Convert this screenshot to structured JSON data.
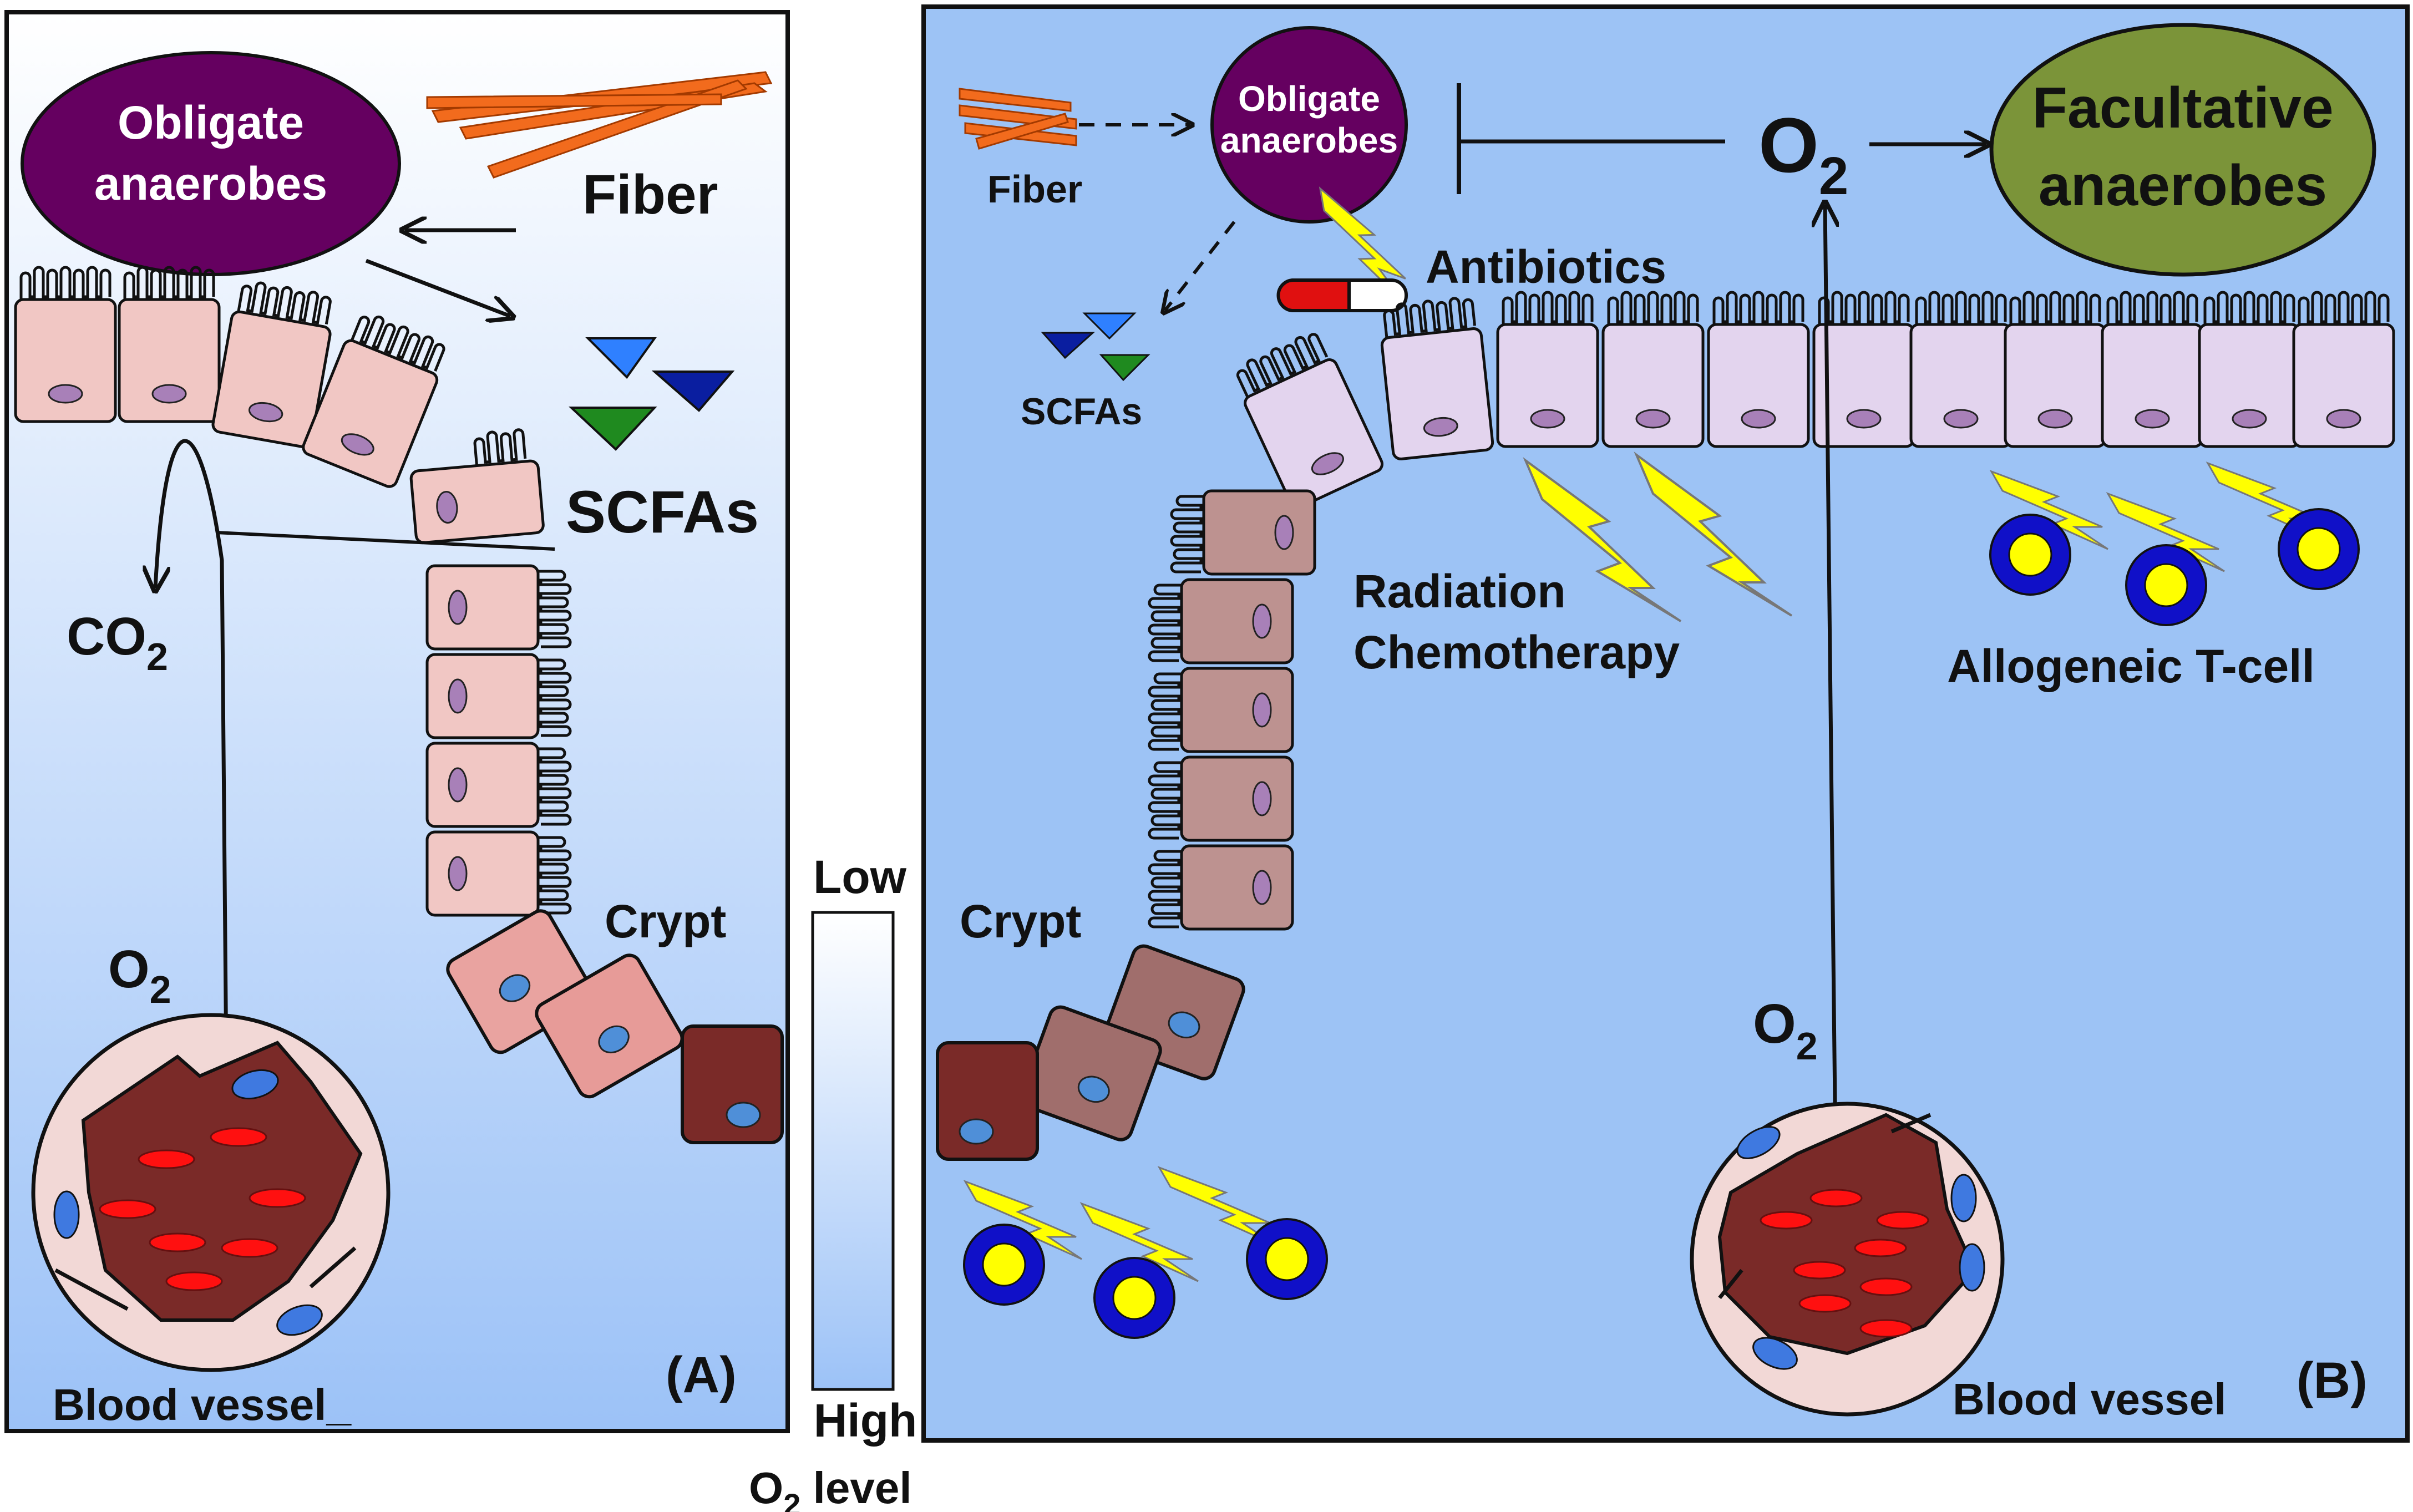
{
  "colors": {
    "panel_top": "#ffffff",
    "panel_bottom": "#9cc2f7",
    "panel_b_bg": "#9dc3f5",
    "obligate": "#650060",
    "facultative": "#7b9439",
    "fiber": "#f26b1d",
    "lightning": "#ffff00",
    "tcell_ring": "#1010c8",
    "tcell_core": "#ffff00"
  },
  "panel_a": {
    "label": "(A)",
    "obligate": [
      "Obligate",
      "anaerobes"
    ],
    "fiber": "Fiber",
    "scfas": "SCFAs",
    "co2": {
      "main": "CO",
      "sub": "2"
    },
    "o2": {
      "main": "O",
      "sub": "2"
    },
    "crypt": "Crypt",
    "blood_vessel": "Blood vessel_"
  },
  "o2_scale": {
    "low": "Low",
    "high": "High",
    "title": {
      "main": "O",
      "sub": "2",
      "rest": " level"
    }
  },
  "panel_b": {
    "label": "(B)",
    "fiber": "Fiber",
    "obligate": [
      "Obligate",
      "anaerobes"
    ],
    "o2_top": {
      "main": "O",
      "sub": "2"
    },
    "facultative": [
      "Facultative",
      "anaerobes"
    ],
    "antibiotics": "Antibiotics",
    "scfas": "SCFAs",
    "radiation": "Radiation",
    "chemotherapy": "Chemotherapy",
    "allogeneic": "Allogeneic T-cell",
    "crypt": "Crypt",
    "o2_mid": {
      "main": "O",
      "sub": "2"
    },
    "blood_vessel": "Blood vessel"
  }
}
